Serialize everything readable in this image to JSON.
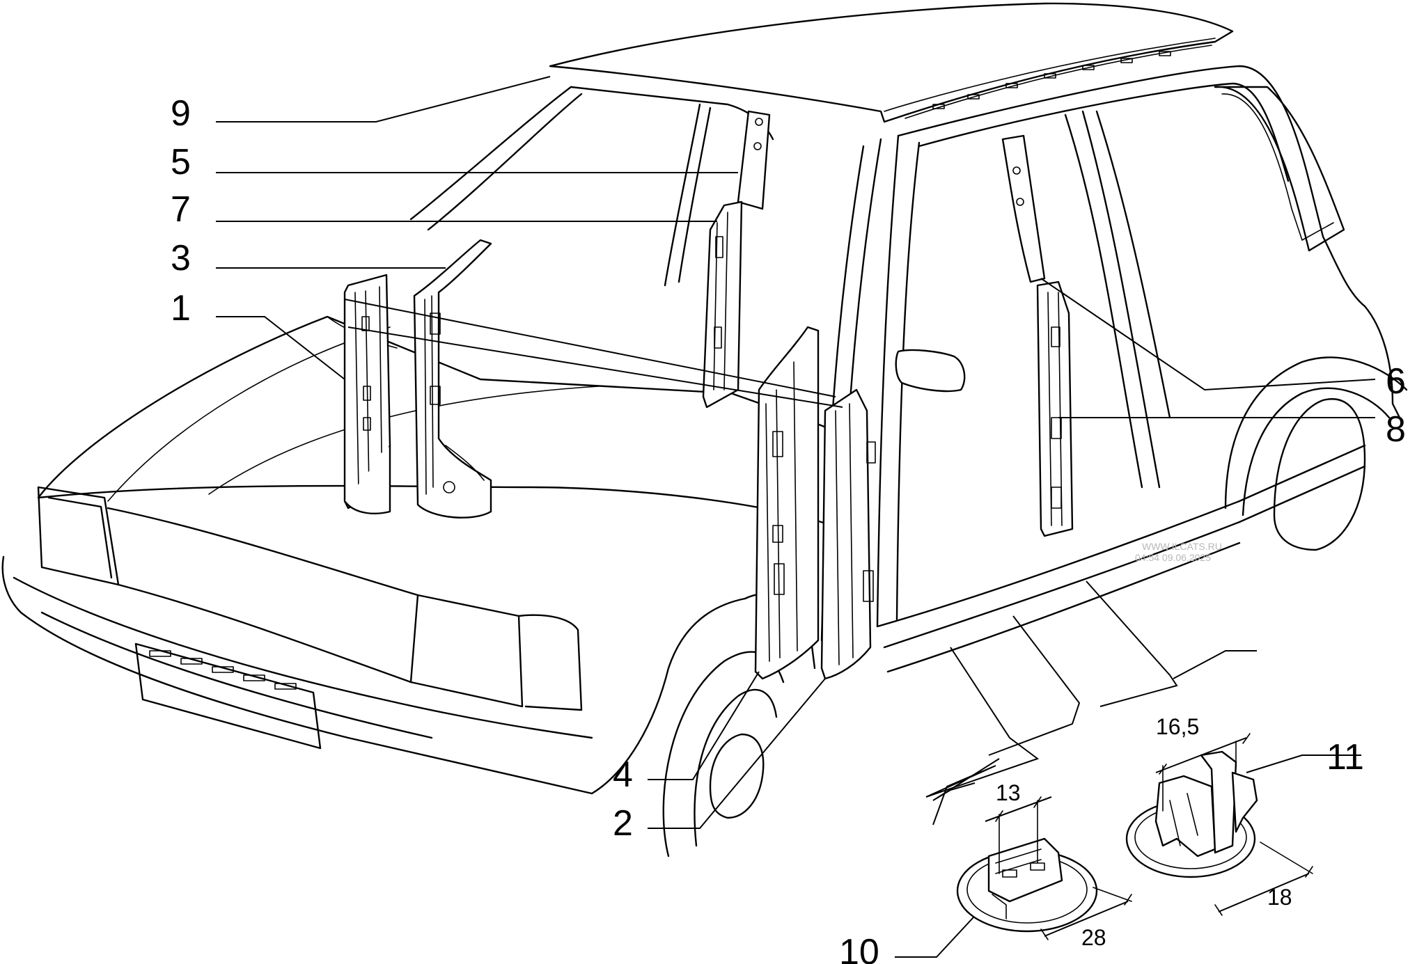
{
  "callouts": {
    "c1": "1",
    "c2": "2",
    "c3": "3",
    "c4": "4",
    "c5": "5",
    "c6": "6",
    "c7": "7",
    "c8": "8",
    "c9": "9",
    "c10": "10",
    "c11": "11"
  },
  "dimensions": {
    "clip10_width": "13",
    "clip10_diameter": "28",
    "clip11_width": "16,5",
    "clip11_length": "18"
  },
  "watermark": {
    "line1": "WWW.ILCATS.RU",
    "line2": "04:54 09.06.2025"
  }
}
